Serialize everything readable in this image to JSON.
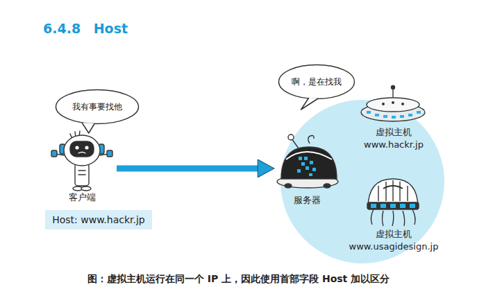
{
  "diagram": {
    "title": "6.4.8 Host",
    "caption": "图：虚拟主机运行在同一个 IP 上，因此使用首部字段 Host 加以区分",
    "nodes": [
      {
        "text": [
          "我有事要找他"
        ]
      },
      {
        "text": [
          "啊，是在找我"
        ]
      },
      {
        "text": [
          "虚拟主机",
          "www.hackr.jp"
        ]
      },
      {
        "text": [
          "客户端"
        ]
      },
      {
        "text": [
          "服务器"
        ]
      },
      {
        "text": [
          "Host: www.hackr.jp"
        ]
      },
      {
        "text": [
          "虚拟主机",
          "www.usagidesign.jp"
        ]
      }
    ],
    "edges": [
      {
        "from": 3,
        "to": 4,
        "arrow": "to"
      }
    ]
  }
}
